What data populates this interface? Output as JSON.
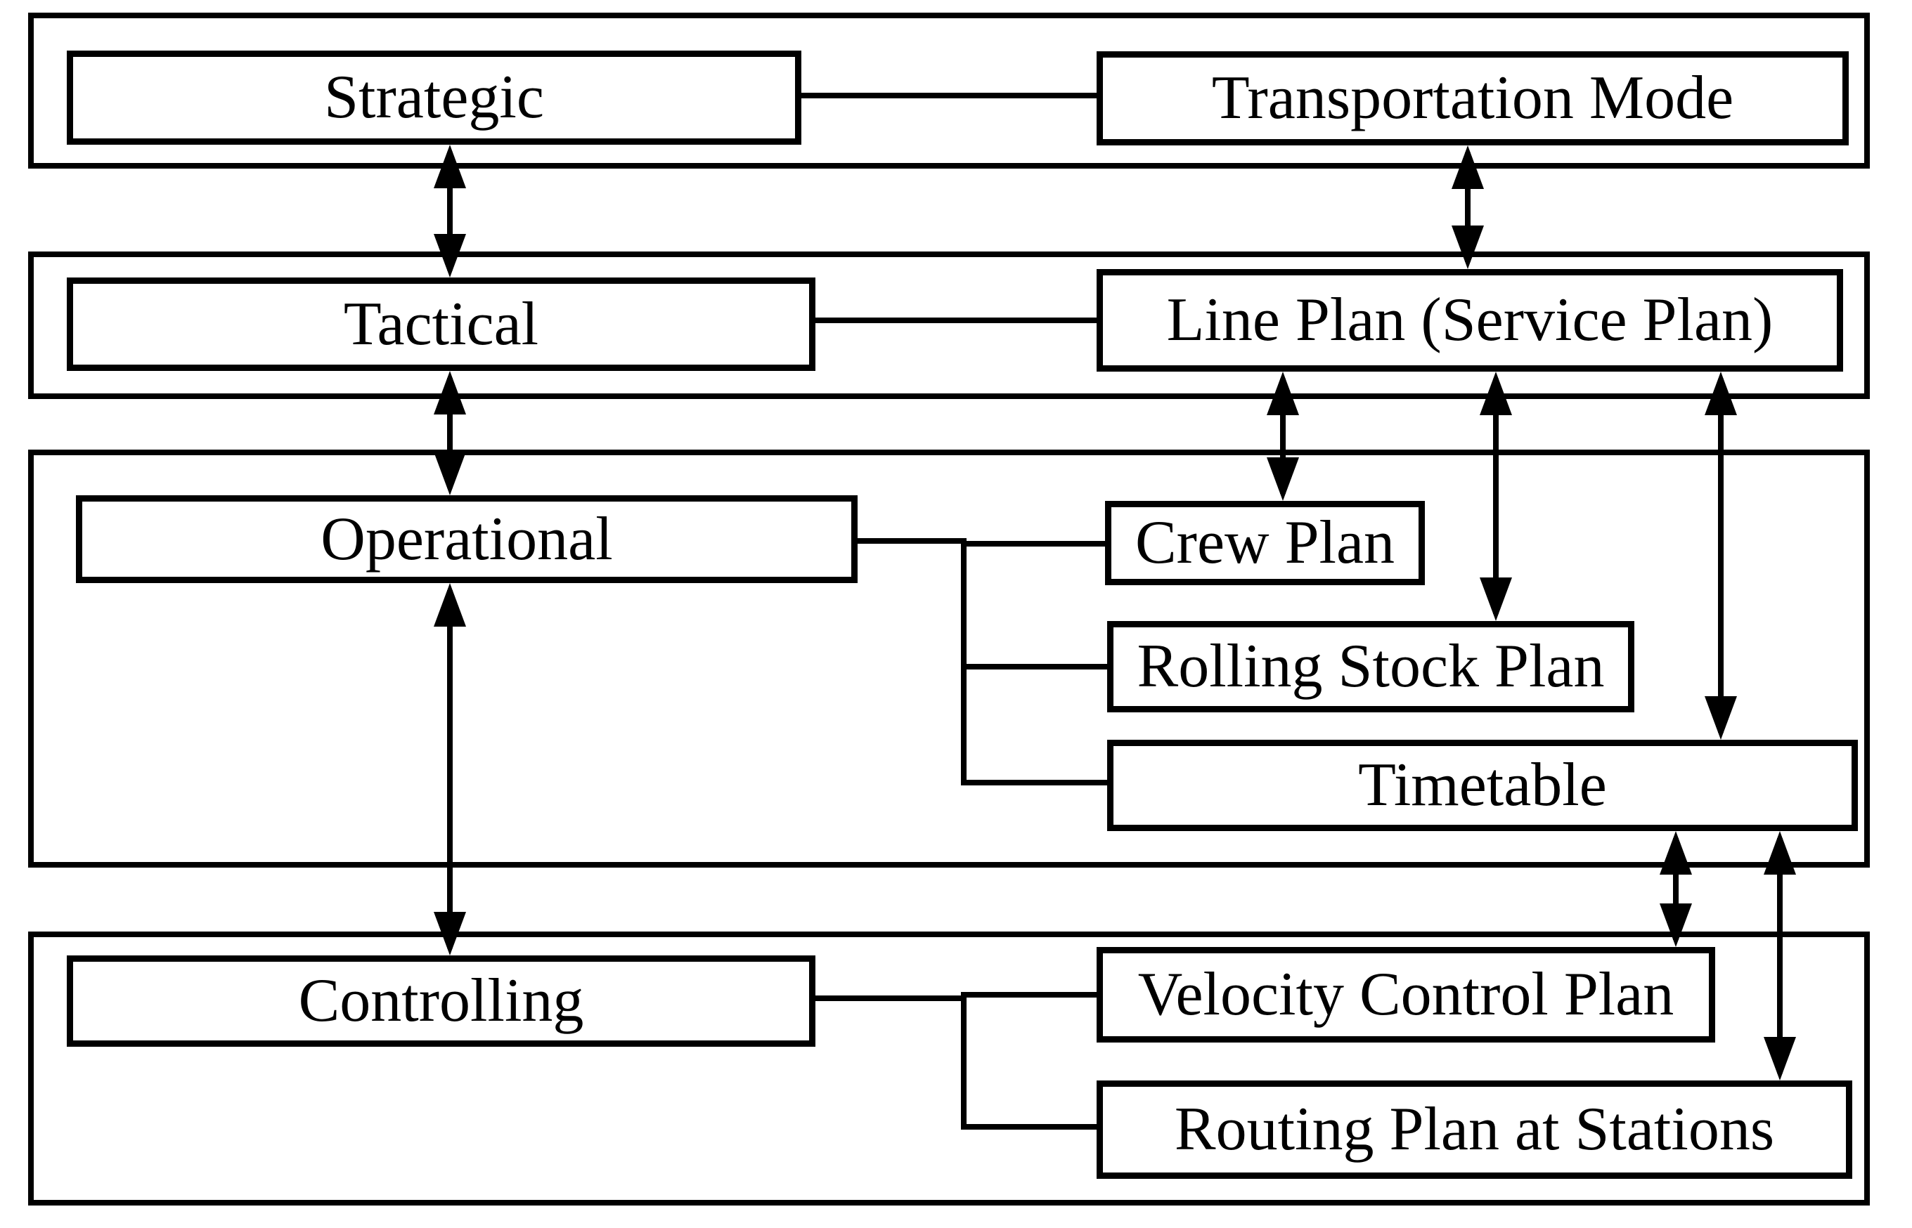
{
  "diagram": {
    "type": "block-diagram",
    "colors": {
      "ink": "#000000",
      "background": "#ffffff",
      "box_fill": "#ffffff"
    },
    "boxes": {
      "strategic": "Strategic",
      "transportation_mode": "Transportation Mode",
      "tactical": "Tactical",
      "line_plan": "Line Plan (Service Plan)",
      "operational": "Operational",
      "crew_plan": "Crew Plan",
      "rolling_stock_plan": "Rolling Stock Plan",
      "timetable": "Timetable",
      "controlling": "Controlling",
      "velocity_control_plan": "Velocity Control Plan",
      "routing_plan_at_stations": "Routing Plan at Stations"
    },
    "levels": [
      {
        "label": "Strategic",
        "plans": [
          "Transportation Mode"
        ]
      },
      {
        "label": "Tactical",
        "plans": [
          "Line Plan (Service Plan)"
        ]
      },
      {
        "label": "Operational",
        "plans": [
          "Crew Plan",
          "Rolling Stock Plan",
          "Timetable"
        ]
      },
      {
        "label": "Controlling",
        "plans": [
          "Velocity Control Plan",
          "Routing Plan at Stations"
        ]
      }
    ],
    "double_arrows": [
      {
        "from": "Strategic",
        "to": "Tactical",
        "bidirectional": true
      },
      {
        "from": "Transportation Mode",
        "to": "Line Plan (Service Plan)",
        "bidirectional": true
      },
      {
        "from": "Tactical",
        "to": "Operational",
        "bidirectional": true
      },
      {
        "from": "Operational",
        "to": "Controlling",
        "bidirectional": true
      },
      {
        "from": "Line Plan (Service Plan)",
        "to": "Crew Plan",
        "bidirectional": true
      },
      {
        "from": "Line Plan (Service Plan)",
        "to": "Rolling Stock Plan",
        "bidirectional": true
      },
      {
        "from": "Line Plan (Service Plan)",
        "to": "Timetable",
        "bidirectional": true
      },
      {
        "from": "Timetable",
        "to": "Velocity Control Plan",
        "bidirectional": true
      },
      {
        "from": "Timetable",
        "to": "Routing Plan at Stations",
        "bidirectional": true
      }
    ],
    "plain_links": [
      {
        "from": "Strategic",
        "to": "Transportation Mode"
      },
      {
        "from": "Tactical",
        "to": "Line Plan (Service Plan)"
      },
      {
        "from": "Operational",
        "to": "Crew Plan, Rolling Stock Plan, Timetable"
      },
      {
        "from": "Controlling",
        "to": "Velocity Control Plan, Routing Plan at Stations"
      }
    ]
  }
}
